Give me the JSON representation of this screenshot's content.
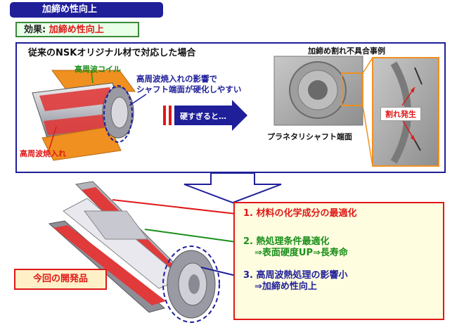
{
  "header": {
    "title": "加締め性向上"
  },
  "effect": {
    "label": "効果:",
    "value": "加締め性向上"
  },
  "conventional": {
    "title": "従来のNSKオリジナル材で対応した場合",
    "coil_label": "高周波コイル",
    "quench_label": "高周波焼入れ",
    "effect_note_line1": "高周波焼入れの影響で",
    "effect_note_line2": "シャフト端面が硬化しやすい",
    "arrow_text": "硬すぎると…"
  },
  "defect_case": {
    "title": "加締め割れ不具合事例",
    "shaft_end_label": "プラネタリシャフト端面",
    "crack_label": "割れ発生"
  },
  "new_product": {
    "label": "今回の開発品"
  },
  "results": {
    "item1": "1. 材料の化学成分の最適化",
    "item2_line1": "2. 熱処理条件最適化",
    "item2_line2": "⇒表面硬度UP⇒長寿命",
    "item3_line1": "3. 高周波熱処理の影響小",
    "item3_line2": "⇒加締め性向上"
  },
  "colors": {
    "navy": "#1f1f9a",
    "red": "#e01818",
    "green": "#1a8f1a",
    "orange": "#f09020"
  }
}
